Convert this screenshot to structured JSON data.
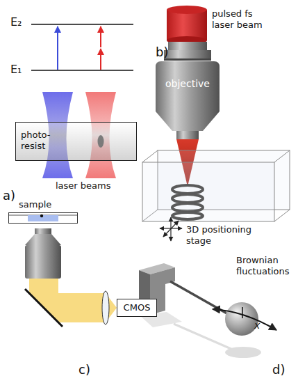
{
  "diagram": {
    "nodes": [
      {
        "text": [
          "photo-resist"
        ]
      },
      {
        "text": [
          "objective"
        ]
      },
      {
        "text": [
          "sample"
        ]
      },
      {
        "text": [
          "CMOS"
        ]
      }
    ],
    "labels": [
      "E₂",
      "E₁",
      "laser beams",
      "a)",
      "pulsed fs laser beam",
      "b)",
      "3D positioning stage",
      "c)",
      "Brownian fluctuations",
      "x",
      "d)"
    ]
  }
}
